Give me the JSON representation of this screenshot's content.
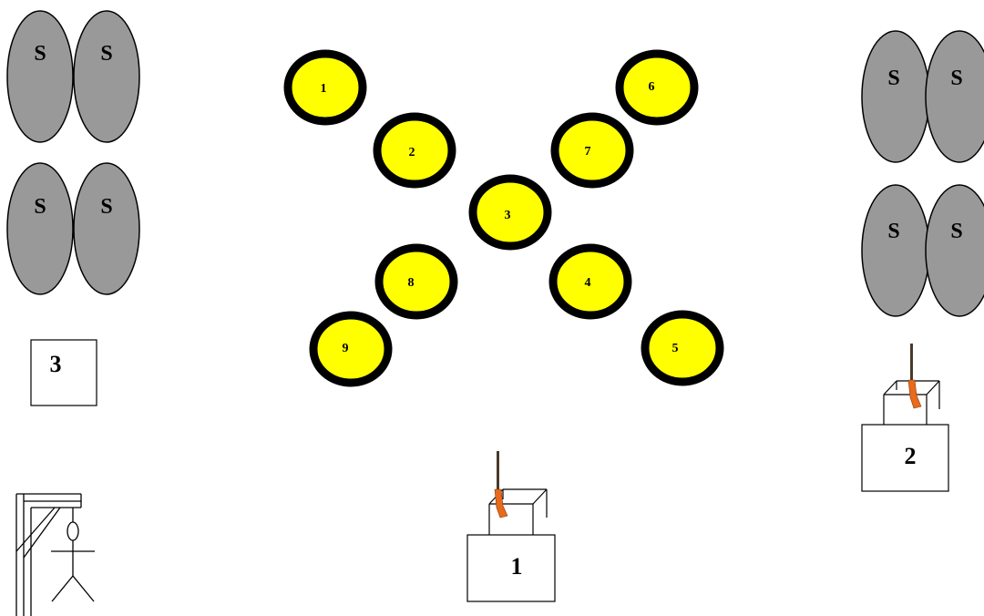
{
  "colors": {
    "target_fill": "#ffff00",
    "target_ring": "#000000",
    "seat_fill": "#999999",
    "rifle_barrel": "#4a3a2a",
    "rifle_stock": "#e86a1a",
    "line": "#000000"
  },
  "seats": {
    "left_top": [
      "S",
      "S"
    ],
    "left_bottom": [
      "S",
      "S"
    ],
    "right_top": [
      "S",
      "S"
    ],
    "right_bottom": [
      "S",
      "S"
    ]
  },
  "targets": [
    "1",
    "2",
    "3",
    "4",
    "5",
    "6",
    "7",
    "8",
    "9"
  ],
  "stations": {
    "station_1": "1",
    "station_2": "2",
    "station_3": "3"
  },
  "icons": {
    "rifle": "rifle-icon",
    "gallows": "gallows-icon",
    "stick_figure": "stick-figure-icon",
    "rifle_rack": "rifle-rack-icon"
  }
}
